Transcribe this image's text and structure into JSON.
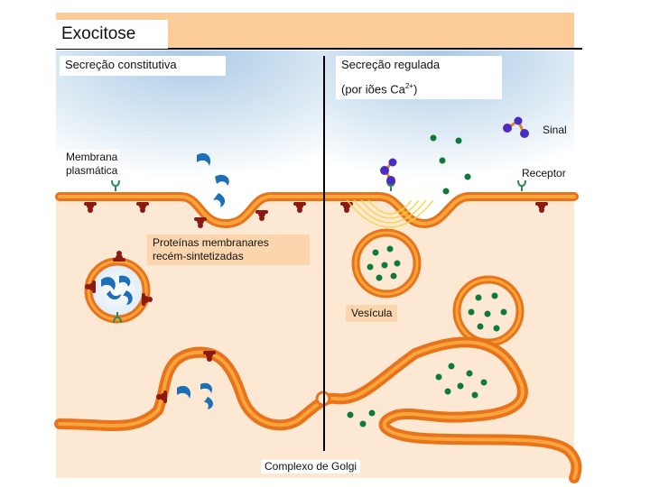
{
  "title": "Exocitose",
  "left_panel": {
    "heading": "Secreção constitutiva",
    "membrane_label_line1": "Membrana",
    "membrane_label_line2": "plasmática",
    "proteins_label_line1": "Proteínas membranares",
    "proteins_label_line2": "recém-sintetizadas"
  },
  "right_panel": {
    "heading": "Secreção regulada",
    "subheading_prefix": "(por iões Ca",
    "subheading_sup": "2+",
    "subheading_suffix": ")",
    "signal_label": "Sinal",
    "receptor_label": "Receptor",
    "vesicle_label": "Vesícula"
  },
  "golgi_label": "Complexo de Golgi",
  "colors": {
    "cytoplasm": "#fde9d3",
    "header_band": "#fbcb99",
    "membrane_outer": "#e8731a",
    "membrane_inner": "#f7a53c",
    "cargo_blue": "#1d6fb8",
    "granule_green": "#0e7a3a",
    "protein_red": "#8c1a10",
    "receptor_green": "#2e8b57",
    "signal_purple": "#4b2bc4"
  }
}
